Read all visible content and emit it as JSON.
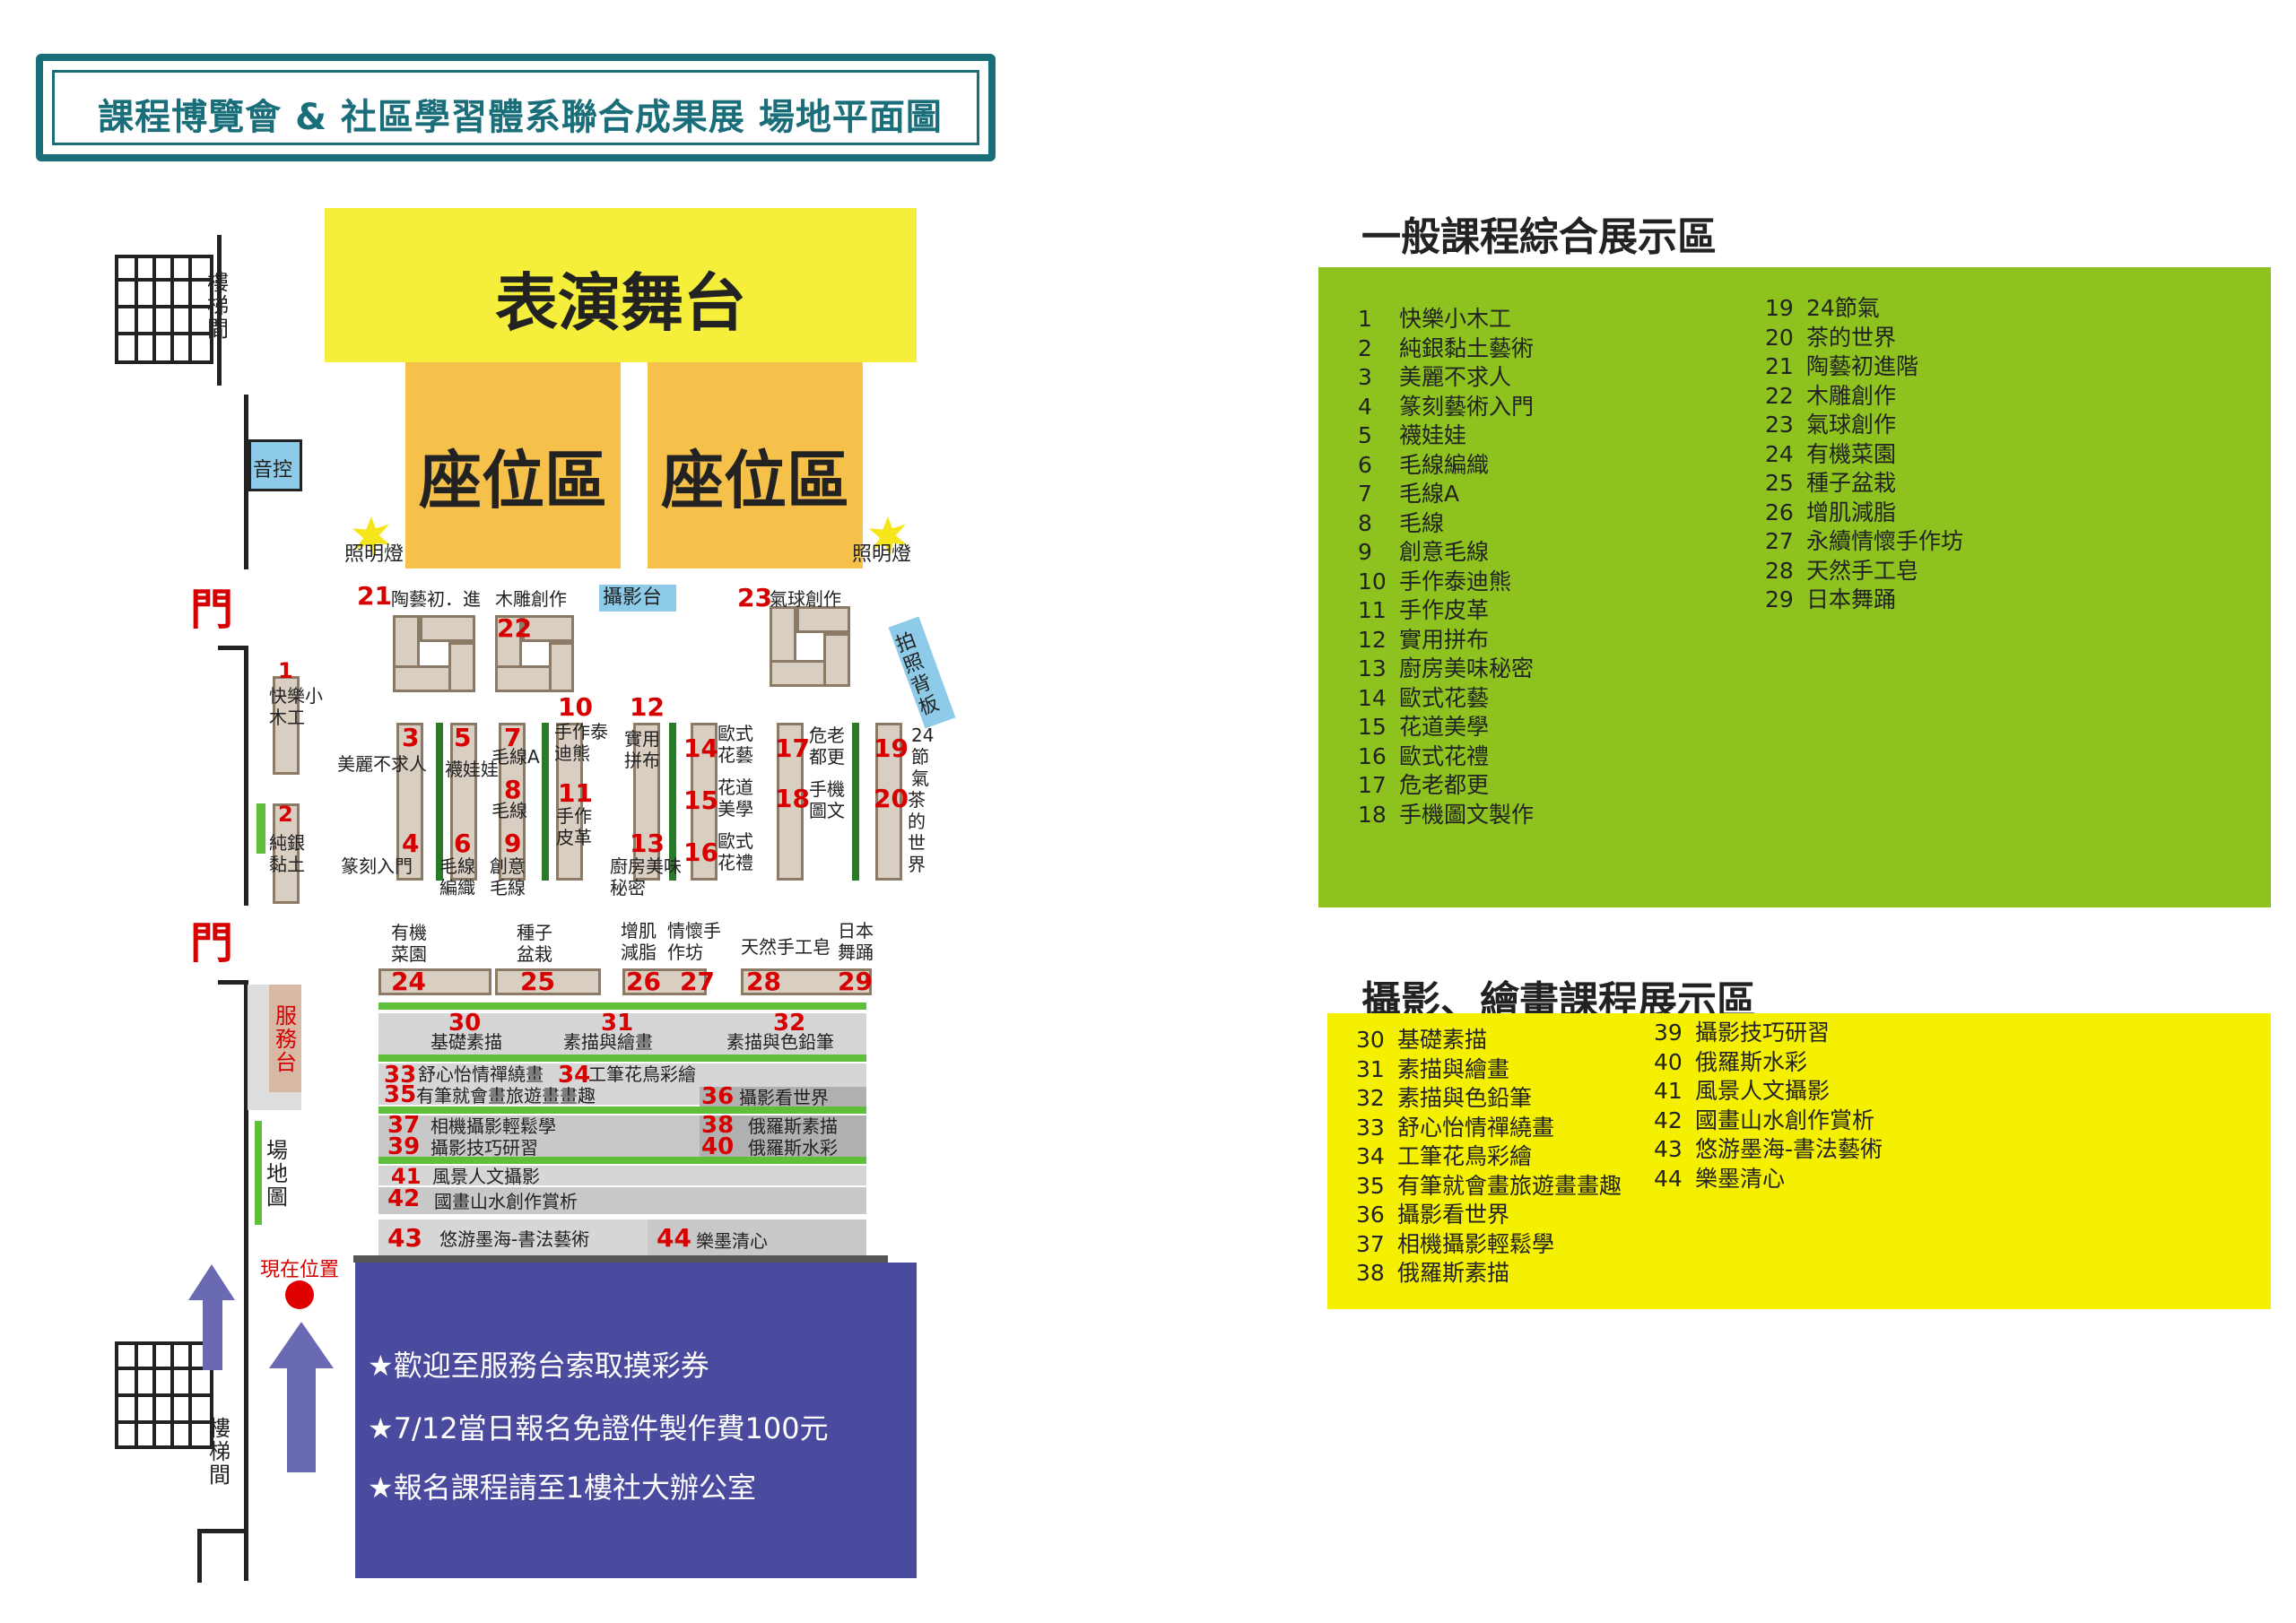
{
  "title": "課程博覽會 & 社區學習體系聯合成果展 場地平面圖",
  "stage_label": "表演舞台",
  "seat_label": "座位區",
  "stair_label": "樓梯間",
  "sound_control": "音控",
  "door_label": "門",
  "lighting_label": "照明燈",
  "photo_stand": "攝影台",
  "backdrop": "拍照背板",
  "service_desk": "服務台",
  "map_board": "場地圖",
  "current_position": "現在位置",
  "notices": [
    "★歡迎至服務台索取摸彩券",
    "★7/12當日報名免證件製作費100元",
    "★報名課程請至1樓社大辦公室"
  ],
  "booths": {
    "b1": {
      "num": "1",
      "label": "快樂小木工"
    },
    "b2": {
      "num": "2",
      "label": "純銀黏土"
    },
    "b3": {
      "num": "3",
      "label": "美麗不求人"
    },
    "b4": {
      "num": "4",
      "label": "篆刻入門"
    },
    "b5": {
      "num": "5",
      "label": "襪娃娃"
    },
    "b6": {
      "num": "6",
      "label": "毛線編織"
    },
    "b7": {
      "num": "7",
      "label": "毛線A"
    },
    "b8": {
      "num": "8",
      "label": "毛線"
    },
    "b9": {
      "num": "9",
      "label": "創意毛線"
    },
    "b10": {
      "num": "10",
      "label": "手作泰迪熊"
    },
    "b11": {
      "num": "11",
      "label": "手作皮革"
    },
    "b12": {
      "num": "12",
      "label": "實用拼布"
    },
    "b13": {
      "num": "13",
      "label": "廚房美味秘密"
    },
    "b14": {
      "num": "14",
      "label": "歐式花藝"
    },
    "b15": {
      "num": "15",
      "label": "花道美學"
    },
    "b16": {
      "num": "16",
      "label": "歐式花禮"
    },
    "b17": {
      "num": "17",
      "label": "危老都更"
    },
    "b18": {
      "num": "18",
      "label": "手機圖文"
    },
    "b19": {
      "num": "19",
      "label": "24節氣"
    },
    "b20": {
      "num": "20",
      "label": "茶的世界"
    },
    "b21": {
      "num": "21",
      "label": "陶藝初．進"
    },
    "b22": {
      "num": "22",
      "label": "木雕創作"
    },
    "b23": {
      "num": "23",
      "label": "氣球創作"
    },
    "b24": {
      "num": "24",
      "label": "有機菜園"
    },
    "b25": {
      "num": "25",
      "label": "種子盆栽"
    },
    "b26": {
      "num": "26",
      "label": "增肌減脂"
    },
    "b27": {
      "num": "27",
      "label": "情懷手作坊"
    },
    "b28": {
      "num": "28",
      "label": "天然手工皂"
    },
    "b29": {
      "num": "29",
      "label": "日本舞踊"
    },
    "b30": {
      "num": "30",
      "label": "基礎素描"
    },
    "b31": {
      "num": "31",
      "label": "素描與繪畫"
    },
    "b32": {
      "num": "32",
      "label": "素描與色鉛筆"
    },
    "b33": {
      "num": "33",
      "label": "舒心怡情禪繞畫"
    },
    "b34": {
      "num": "34",
      "label": "工筆花鳥彩繪"
    },
    "b35": {
      "num": "35",
      "label": "有筆就會畫旅遊畫畫趣"
    },
    "b36": {
      "num": "36",
      "label": "攝影看世界"
    },
    "b37": {
      "num": "37",
      "label": "相機攝影輕鬆學"
    },
    "b38": {
      "num": "38",
      "label": "俄羅斯素描"
    },
    "b39": {
      "num": "39",
      "label": "攝影技巧研習"
    },
    "b40": {
      "num": "40",
      "label": "俄羅斯水彩"
    },
    "b41": {
      "num": "41",
      "label": "風景人文攝影"
    },
    "b42": {
      "num": "42",
      "label": "國畫山水創作賞析"
    },
    "b43": {
      "num": "43",
      "label": "悠游墨海-書法藝術"
    },
    "b44": {
      "num": "44",
      "label": "樂墨清心"
    }
  },
  "legend_general": {
    "title": "一般課程綜合展示區",
    "color": "#8dc21f",
    "col1": [
      {
        "n": "1",
        "t": "快樂小木工"
      },
      {
        "n": "2",
        "t": "純銀黏土藝術"
      },
      {
        "n": "3",
        "t": "美麗不求人"
      },
      {
        "n": "4",
        "t": "篆刻藝術入門"
      },
      {
        "n": "5",
        "t": "襪娃娃"
      },
      {
        "n": "6",
        "t": "毛線編織"
      },
      {
        "n": "7",
        "t": "毛線A"
      },
      {
        "n": "8",
        "t": "毛線"
      },
      {
        "n": "9",
        "t": "創意毛線"
      },
      {
        "n": "10",
        "t": "手作泰迪熊"
      },
      {
        "n": "11",
        "t": "手作皮革"
      },
      {
        "n": "12",
        "t": "實用拼布"
      },
      {
        "n": "13",
        "t": "廚房美味秘密"
      },
      {
        "n": "14",
        "t": "歐式花藝"
      },
      {
        "n": "15",
        "t": "花道美學"
      },
      {
        "n": "16",
        "t": "歐式花禮"
      },
      {
        "n": "17",
        "t": "危老都更"
      },
      {
        "n": "18",
        "t": "手機圖文製作"
      }
    ],
    "col2": [
      {
        "n": "19",
        "t": "24節氣"
      },
      {
        "n": "20",
        "t": "茶的世界"
      },
      {
        "n": "21",
        "t": "陶藝初進階"
      },
      {
        "n": "22",
        "t": "木雕創作"
      },
      {
        "n": "23",
        "t": "氣球創作"
      },
      {
        "n": "24",
        "t": "有機菜園"
      },
      {
        "n": "25",
        "t": "種子盆栽"
      },
      {
        "n": "26",
        "t": "增肌減脂"
      },
      {
        "n": "27",
        "t": "永續情懷手作坊"
      },
      {
        "n": "28",
        "t": "天然手工皂"
      },
      {
        "n": "29",
        "t": "日本舞踊"
      }
    ]
  },
  "legend_art": {
    "title": "攝影、繪畫課程展示區",
    "color": "#f5f000",
    "col1": [
      {
        "n": "30",
        "t": "基礎素描"
      },
      {
        "n": "31",
        "t": "素描與繪畫"
      },
      {
        "n": "32",
        "t": "素描與色鉛筆"
      },
      {
        "n": "33",
        "t": "舒心怡情禪繞畫"
      },
      {
        "n": "34",
        "t": "工筆花鳥彩繪"
      },
      {
        "n": "35",
        "t": "有筆就會畫旅遊畫畫趣"
      },
      {
        "n": "36",
        "t": "攝影看世界"
      },
      {
        "n": "37",
        "t": "相機攝影輕鬆學"
      },
      {
        "n": "38",
        "t": "俄羅斯素描"
      }
    ],
    "col2": [
      {
        "n": "39",
        "t": "攝影技巧研習"
      },
      {
        "n": "40",
        "t": "俄羅斯水彩"
      },
      {
        "n": "41",
        "t": "風景人文攝影"
      },
      {
        "n": "42",
        "t": "國畫山水創作賞析"
      },
      {
        "n": "43",
        "t": "悠游墨海-書法藝術"
      },
      {
        "n": "44",
        "t": "樂墨清心"
      }
    ]
  }
}
